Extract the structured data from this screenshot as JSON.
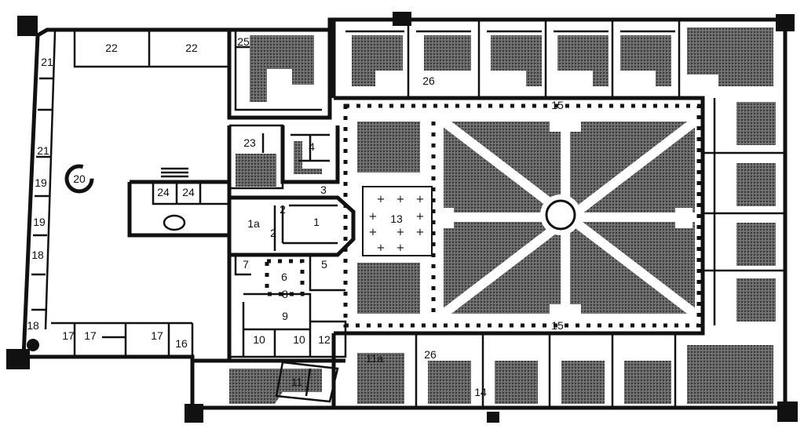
{
  "title": "Monastery floor plan",
  "colors": {
    "wall": "#111111",
    "garden": "#5a5a5a",
    "background": "#ffffff"
  },
  "labels": [
    "22",
    "22",
    "25",
    "21",
    "21",
    "19",
    "19",
    "18",
    "18",
    "17",
    "17",
    "17",
    "16",
    "20",
    "24",
    "24",
    "23",
    "4",
    "3",
    "2",
    "2",
    "1a",
    "1",
    "13",
    "7",
    "6",
    "5",
    "8",
    "9",
    "10",
    "10",
    "12",
    "11",
    "11a",
    "26",
    "26",
    "15",
    "15",
    "14"
  ]
}
